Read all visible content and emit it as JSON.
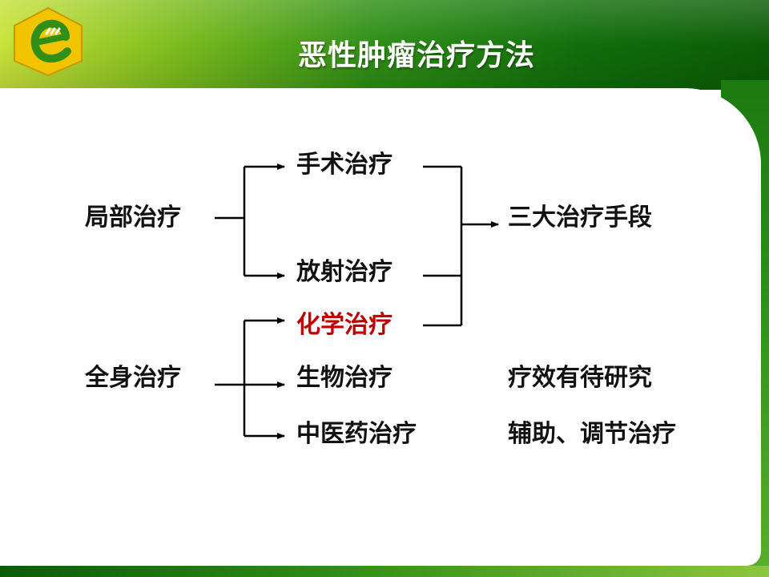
{
  "title": "恶性肿瘤治疗方法",
  "diagram": {
    "groups": {
      "local": "局部治疗",
      "systemic": "全身治疗"
    },
    "methods": [
      {
        "label": "手术治疗",
        "highlight": false
      },
      {
        "label": "放射治疗",
        "highlight": false
      },
      {
        "label": "化学治疗",
        "highlight": true
      },
      {
        "label": "生物治疗",
        "highlight": false
      },
      {
        "label": "中医药治疗",
        "highlight": false
      }
    ],
    "notes": {
      "three_main": "三大治疗手段",
      "biological": "疗效有待研究",
      "tcm": "辅助、调节治疗"
    }
  },
  "colors": {
    "highlight": "#c00000",
    "header_green": "#2f8f16"
  }
}
